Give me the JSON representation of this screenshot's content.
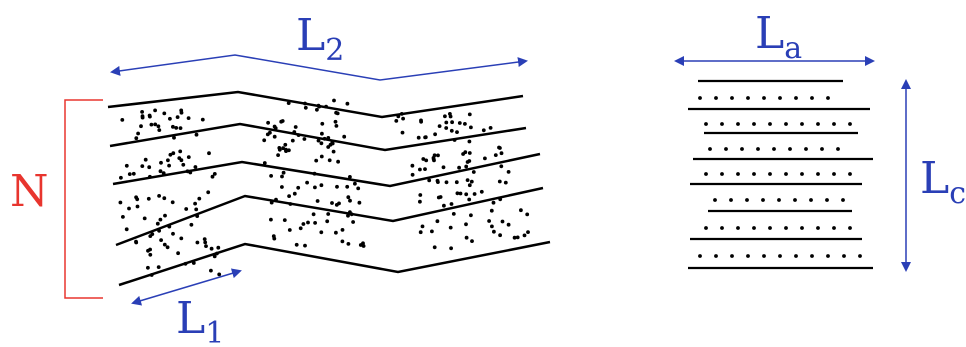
{
  "diagram": {
    "labels": {
      "n": {
        "text": "N",
        "color": "#e8352e"
      },
      "l2": {
        "base": "L",
        "sub": "2",
        "color": "#2a3fb6"
      },
      "l1": {
        "base": "L",
        "sub": "1",
        "color": "#2a3fb6"
      },
      "la": {
        "base": "L",
        "sub": "a",
        "color": "#2a3fb6"
      },
      "lc": {
        "base": "L",
        "sub": "c",
        "color": "#2a3fb6"
      }
    },
    "colors": {
      "line": "#000000",
      "dot": "#000000",
      "arrow": "#2a3fb6",
      "bracket": "#e8352e"
    }
  }
}
